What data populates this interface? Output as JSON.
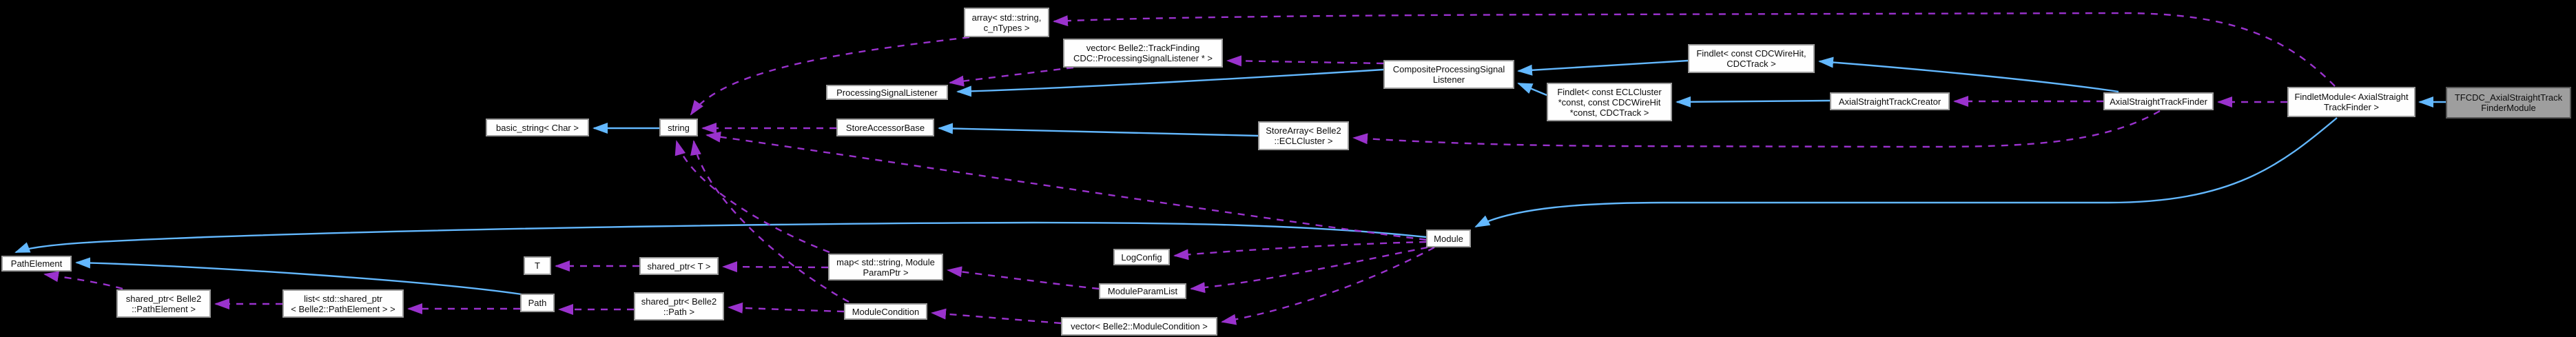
{
  "diagram": {
    "kind": "doxygen-collaboration-graph",
    "highlighted_node": "tfcdc_module",
    "colors": {
      "background": "#000000",
      "node_fill": "#fefefe",
      "node_border": "#9a9a9a",
      "highlight_fill": "#9e9e9e",
      "highlight_border": "#575757",
      "inheritance_edge": "#63b8ff",
      "usage_edge": "#9a32cd",
      "text": "#0d0d0d"
    },
    "nodes": [
      {
        "id": "array",
        "lines": [
          "array< std::string,",
          "c_nTypes >"
        ]
      },
      {
        "id": "vector_psl",
        "lines": [
          "vector< Belle2::TrackFinding",
          "CDC::ProcessingSignalListener * >"
        ]
      },
      {
        "id": "psl",
        "lines": [
          "ProcessingSignalListener"
        ]
      },
      {
        "id": "basic_string",
        "lines": [
          "basic_string< Char >"
        ]
      },
      {
        "id": "string",
        "lines": [
          "string"
        ]
      },
      {
        "id": "store_accessor_base",
        "lines": [
          "StoreAccessorBase"
        ]
      },
      {
        "id": "store_array",
        "lines": [
          "StoreArray< Belle2",
          "::ECLCluster >"
        ]
      },
      {
        "id": "composite_psl",
        "lines": [
          "CompositeProcessingSignal",
          "Listener"
        ]
      },
      {
        "id": "findlet_ecl",
        "lines": [
          "Findlet< const ECLCluster",
          "*const, const CDCWireHit",
          "*const, CDCTrack >"
        ]
      },
      {
        "id": "findlet_cdc",
        "lines": [
          "Findlet< const CDCWireHit,",
          "CDCTrack >"
        ]
      },
      {
        "id": "track_creator",
        "lines": [
          "AxialStraightTrackCreator"
        ]
      },
      {
        "id": "track_finder",
        "lines": [
          "AxialStraightTrackFinder"
        ]
      },
      {
        "id": "findlet_module",
        "lines": [
          "FindletModule< AxialStraight",
          "TrackFinder >"
        ]
      },
      {
        "id": "tfcdc_module",
        "lines": [
          "TFCDC_AxialStraightTrack",
          "FinderModule"
        ],
        "highlighted": true
      },
      {
        "id": "module",
        "lines": [
          "Module"
        ]
      },
      {
        "id": "log_config",
        "lines": [
          "LogConfig"
        ]
      },
      {
        "id": "module_param_list",
        "lines": [
          "ModuleParamList"
        ]
      },
      {
        "id": "vector_module_condition",
        "lines": [
          "vector< Belle2::ModuleCondition >"
        ]
      },
      {
        "id": "module_condition",
        "lines": [
          "ModuleCondition"
        ]
      },
      {
        "id": "map_params",
        "lines": [
          "map< std::string, Module",
          "ParamPtr >"
        ]
      },
      {
        "id": "t",
        "lines": [
          "T"
        ]
      },
      {
        "id": "shared_ptr_t",
        "lines": [
          "shared_ptr< T >"
        ]
      },
      {
        "id": "path",
        "lines": [
          "Path"
        ]
      },
      {
        "id": "shared_ptr_path",
        "lines": [
          "shared_ptr< Belle2",
          "::Path >"
        ]
      },
      {
        "id": "path_element",
        "lines": [
          "PathElement"
        ]
      },
      {
        "id": "shared_ptr_path_element",
        "lines": [
          "shared_ptr< Belle2",
          "::PathElement >"
        ]
      },
      {
        "id": "list_path_element",
        "lines": [
          "list< std::shared_ptr",
          "< Belle2::PathElement > >"
        ]
      }
    ],
    "edges": [
      {
        "from": "string",
        "to": "basic_string",
        "type": "inheritance"
      },
      {
        "from": "store_array",
        "to": "store_accessor_base",
        "type": "inheritance"
      },
      {
        "from": "composite_psl",
        "to": "psl",
        "type": "inheritance"
      },
      {
        "from": "path",
        "to": "path_element",
        "type": "inheritance"
      },
      {
        "from": "module",
        "to": "path_element",
        "type": "inheritance"
      },
      {
        "from": "findlet_module",
        "to": "module",
        "type": "inheritance"
      },
      {
        "from": "tfcdc_module",
        "to": "findlet_module",
        "type": "inheritance"
      },
      {
        "from": "track_finder",
        "to": "findlet_cdc",
        "type": "inheritance"
      },
      {
        "from": "track_creator",
        "to": "findlet_ecl",
        "type": "inheritance"
      },
      {
        "from": "findlet_ecl",
        "to": "composite_psl",
        "type": "inheritance"
      },
      {
        "from": "findlet_cdc",
        "to": "composite_psl",
        "type": "inheritance"
      },
      {
        "from": "findlet_module",
        "to": "array",
        "type": "usage"
      },
      {
        "from": "composite_psl",
        "to": "vector_psl",
        "type": "usage"
      },
      {
        "from": "vector_psl",
        "to": "psl",
        "type": "usage"
      },
      {
        "from": "array",
        "to": "string",
        "type": "usage"
      },
      {
        "from": "store_accessor_base",
        "to": "string",
        "type": "usage"
      },
      {
        "from": "module",
        "to": "string",
        "type": "usage"
      },
      {
        "from": "module_condition",
        "to": "string",
        "type": "usage"
      },
      {
        "from": "map_params",
        "to": "string",
        "type": "usage"
      },
      {
        "from": "track_finder",
        "to": "track_creator",
        "type": "usage"
      },
      {
        "from": "findlet_module",
        "to": "track_finder",
        "type": "usage"
      },
      {
        "from": "track_finder",
        "to": "store_array",
        "type": "usage"
      },
      {
        "from": "module",
        "to": "log_config",
        "type": "usage"
      },
      {
        "from": "module",
        "to": "module_param_list",
        "type": "usage"
      },
      {
        "from": "module",
        "to": "vector_module_condition",
        "type": "usage"
      },
      {
        "from": "module_param_list",
        "to": "map_params",
        "type": "usage"
      },
      {
        "from": "vector_module_condition",
        "to": "module_condition",
        "type": "usage"
      },
      {
        "from": "map_params",
        "to": "shared_ptr_t",
        "type": "usage"
      },
      {
        "from": "shared_ptr_t",
        "to": "t",
        "type": "usage"
      },
      {
        "from": "shared_ptr_path",
        "to": "path",
        "type": "usage"
      },
      {
        "from": "module_condition",
        "to": "shared_ptr_path",
        "type": "usage"
      },
      {
        "from": "path",
        "to": "list_path_element",
        "type": "usage"
      },
      {
        "from": "list_path_element",
        "to": "shared_ptr_path_element",
        "type": "usage"
      },
      {
        "from": "shared_ptr_path_element",
        "to": "path_element",
        "type": "usage"
      }
    ]
  }
}
